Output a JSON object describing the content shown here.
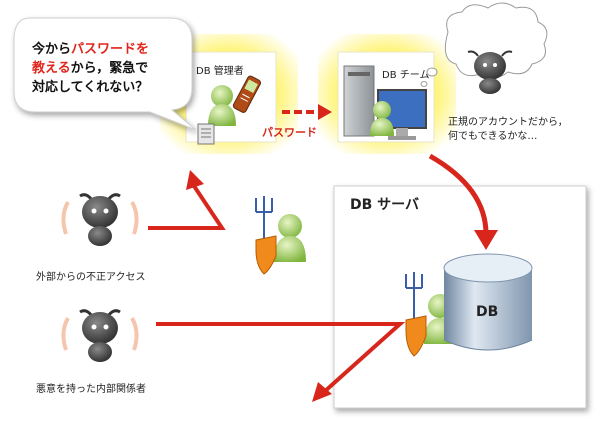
{
  "speech": {
    "part1": "今から",
    "highlight1": "パスワードを",
    "highlight2": "教える",
    "part2": "から，緊急で",
    "line3": "対応してくれない？"
  },
  "db_admin": {
    "label": "DB 管理者"
  },
  "db_team": {
    "label": "DB チーム"
  },
  "password_arrow": {
    "label": "パスワード"
  },
  "thought": {
    "line1": "正規のアカウントだから，",
    "line2": "何でもできるかな…"
  },
  "db_server": {
    "title": "DB サーバ",
    "db_label": "DB"
  },
  "external": {
    "label": "外部からの不正アクセス"
  },
  "internal": {
    "label": "悪意を持った内部関係者"
  },
  "colors": {
    "arrow_red": "#d8261c",
    "glow_yellow": "#fff36a",
    "devil_gray": "#555555",
    "person_green": "#9ccc5a",
    "shield_orange": "#f08a1c",
    "db_cylinder": "#9fb3c8"
  },
  "icons": [
    "devil-icon",
    "person-icon",
    "phone-icon",
    "document-icon",
    "computer-icon",
    "monitor-icon",
    "trident-icon",
    "shield-icon",
    "database-icon"
  ]
}
